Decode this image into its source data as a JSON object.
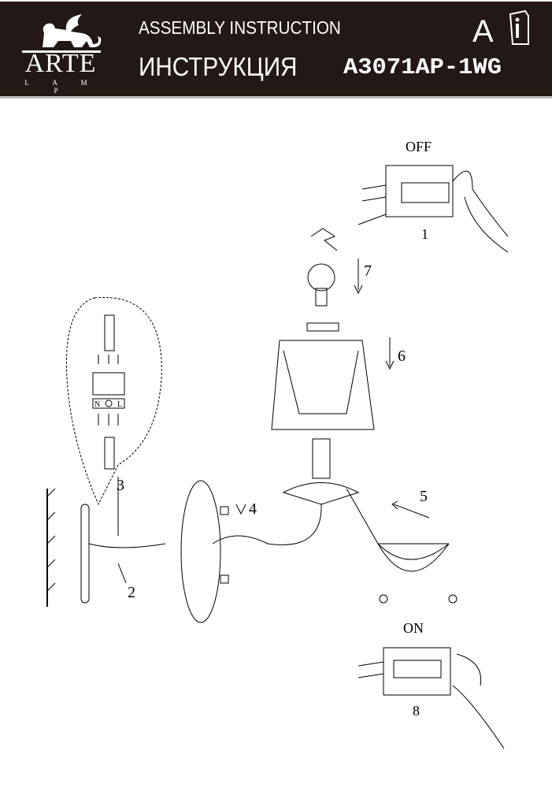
{
  "header": {
    "brand": "ARTE",
    "brand_sub": "L A M P",
    "title_en": "ASSEMBLY INSTRUCTION",
    "title_ru": "ИНСТРУКЦИЯ",
    "model": "A3071AP-1WG",
    "lang": "A",
    "manual_icon": "info-book-icon"
  },
  "diagram": {
    "off_label": "OFF",
    "on_label": "ON",
    "terminal_n": "N",
    "terminal_l": "L",
    "steps": [
      "1",
      "2",
      "3",
      "4",
      "5",
      "6",
      "7",
      "8"
    ]
  }
}
